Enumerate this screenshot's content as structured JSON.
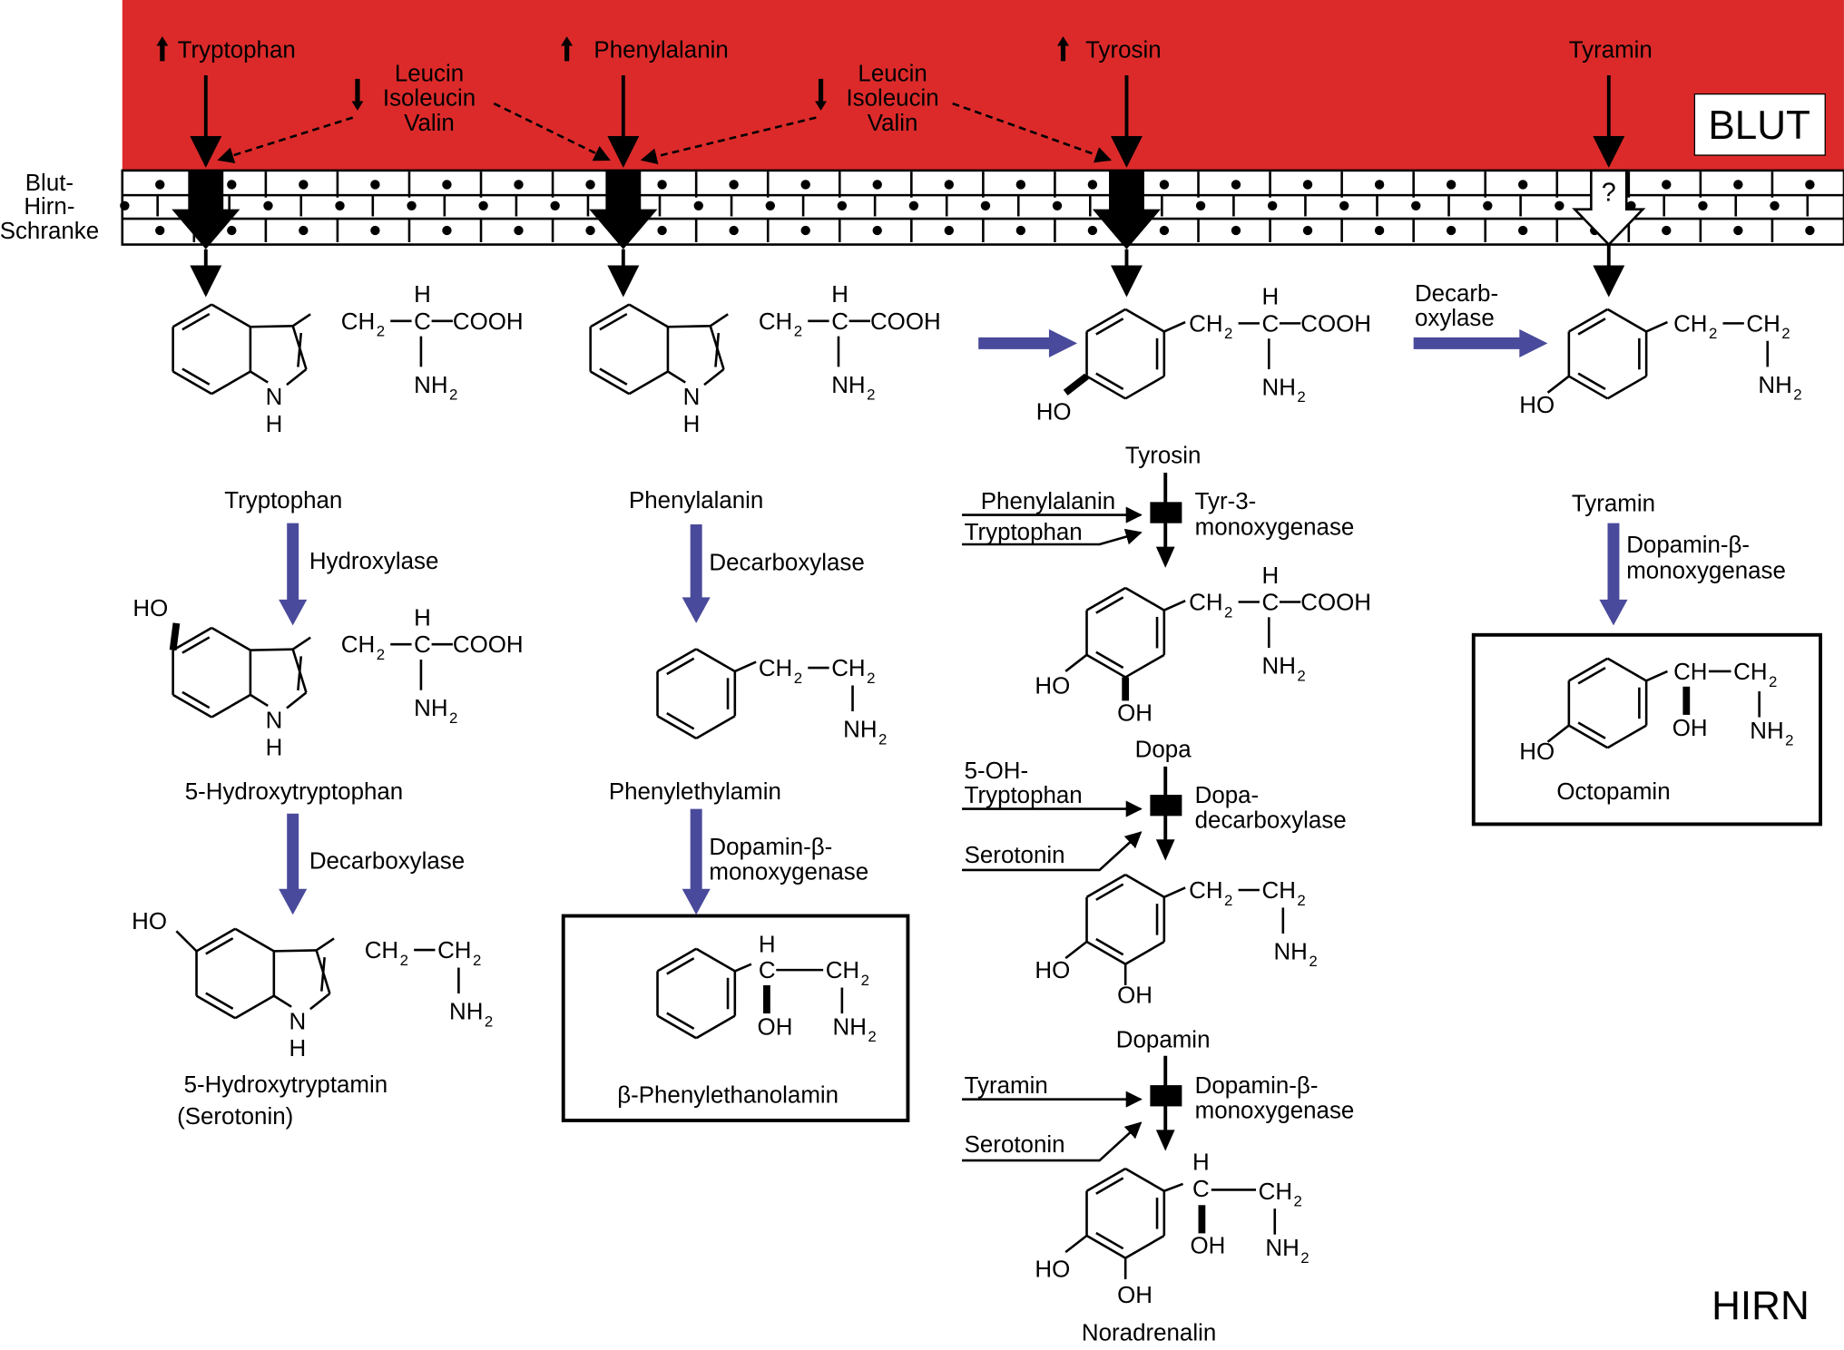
{
  "title_blood": "BLUT",
  "title_brain": "HIRN",
  "barrier_label": [
    "Blut-",
    "Hirn-",
    "Schranke"
  ],
  "blood": {
    "tryptophan": "Tryptophan",
    "phenylalanin": "Phenylalanin",
    "tyrosin": "Tyrosin",
    "tyramin": "Tyramin",
    "competitors": [
      "Leucin",
      "Isoleucin",
      "Valin"
    ],
    "question": "?"
  },
  "atoms": {
    "H": "H",
    "N": "N",
    "NH": "NH",
    "two": "2",
    "COOH": "COOH",
    "HO": "HO",
    "OH": "OH",
    "CH": "CH",
    "C": "C",
    "dash": "—"
  },
  "col1": {
    "tryptophan": "Tryptophan",
    "enzyme1": "Hydroxylase",
    "product1": "5-Hydroxytryptophan",
    "enzyme2": "Decarboxylase",
    "product2": [
      "5-Hydroxytryptamin",
      "(Serotonin)"
    ]
  },
  "col2": {
    "phenylalanin": "Phenylalanin",
    "enzyme1": "Decarboxylase",
    "product1": "Phenylethylamin",
    "enzyme2": [
      "Dopamin-β-",
      "monoxygenase"
    ],
    "product2": "β-Phenylethanolamin"
  },
  "col3": {
    "tyrosin": "Tyrosin",
    "inhibitors1": [
      "Phenylalanin",
      "Tryptophan"
    ],
    "enzyme1": [
      "Tyr-3-",
      "monoxygenase"
    ],
    "dopa": "Dopa",
    "inhibitors2": [
      "5-OH-",
      "Tryptophan",
      "Serotonin"
    ],
    "enzyme2": [
      "Dopa-",
      "decarboxylase"
    ],
    "dopamin": "Dopamin",
    "inhibitors3": [
      "Tyramin",
      "Serotonin"
    ],
    "enzyme3": [
      "Dopamin-β-",
      "monoxygenase"
    ],
    "noradrenalin": "Noradrenalin"
  },
  "col4": {
    "decarb": [
      "Decarb-",
      "oxylase"
    ],
    "tyramin": "Tyramin",
    "enzyme": [
      "Dopamin-β-",
      "monoxygenase"
    ],
    "octopamin": "Octopamin"
  },
  "colors": {
    "blood": "#dc2a2a",
    "arrow_blue": "#4a4a9c",
    "black": "#000000"
  }
}
